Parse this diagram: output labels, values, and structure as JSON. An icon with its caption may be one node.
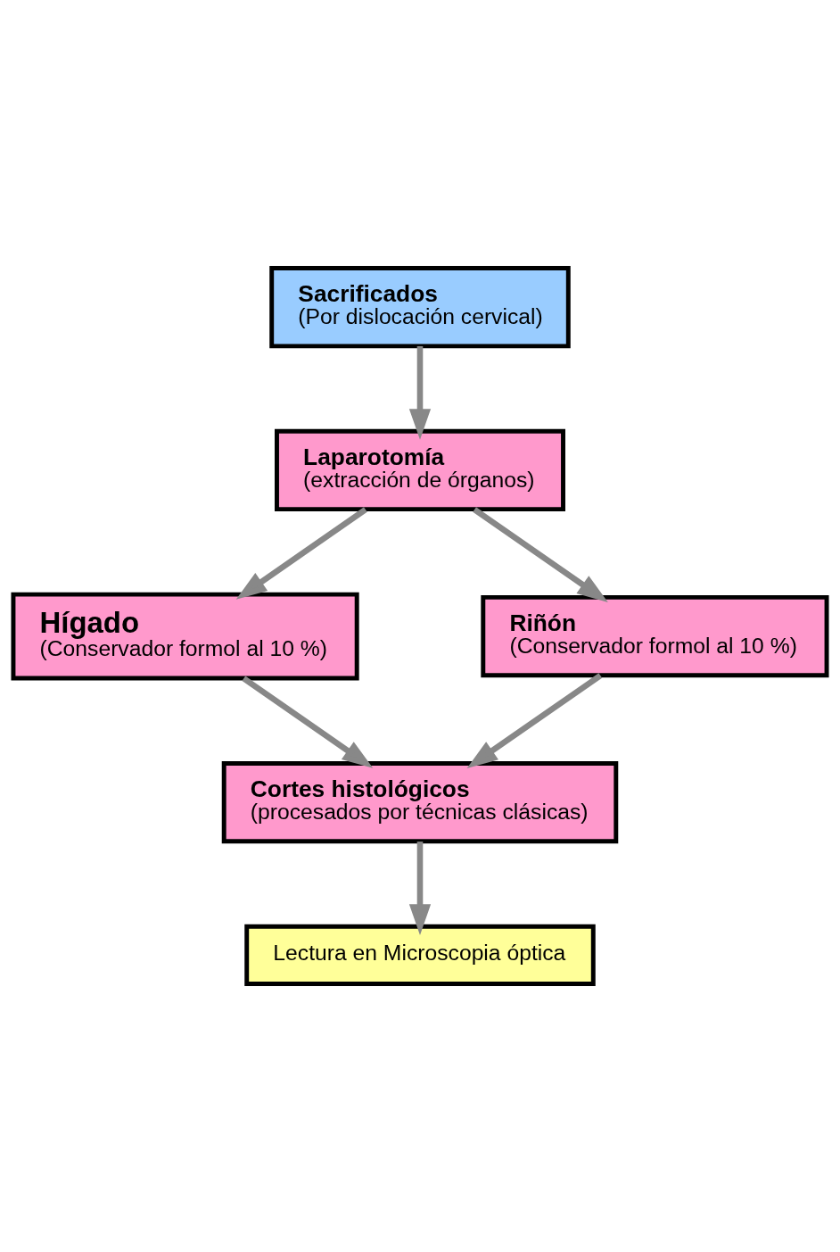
{
  "diagram": {
    "nodes": [
      {
        "text": [
          "Sacrificados",
          "(Por dislocación cervical)"
        ]
      },
      {
        "text": [
          "Laparotomía",
          "(extracción de órganos)"
        ]
      },
      {
        "text": [
          "Hígado",
          "(Conservador formol al 10 %)"
        ]
      },
      {
        "text": [
          "Riñón",
          "(Conservador formol al 10 %)"
        ]
      },
      {
        "text": [
          "Cortes histológicos",
          "(procesados por técnicas clásicas)"
        ]
      },
      {
        "text": [
          "Lectura en Microscopia óptica"
        ]
      }
    ],
    "edges": [
      {
        "from": 0,
        "to": 1,
        "arrow": "to"
      },
      {
        "from": 1,
        "to": 2,
        "arrow": "to"
      },
      {
        "from": 1,
        "to": 3,
        "arrow": "to"
      },
      {
        "from": 2,
        "to": 4,
        "arrow": "to"
      },
      {
        "from": 3,
        "to": 4,
        "arrow": "to"
      },
      {
        "from": 4,
        "to": 5,
        "arrow": "to"
      }
    ]
  }
}
